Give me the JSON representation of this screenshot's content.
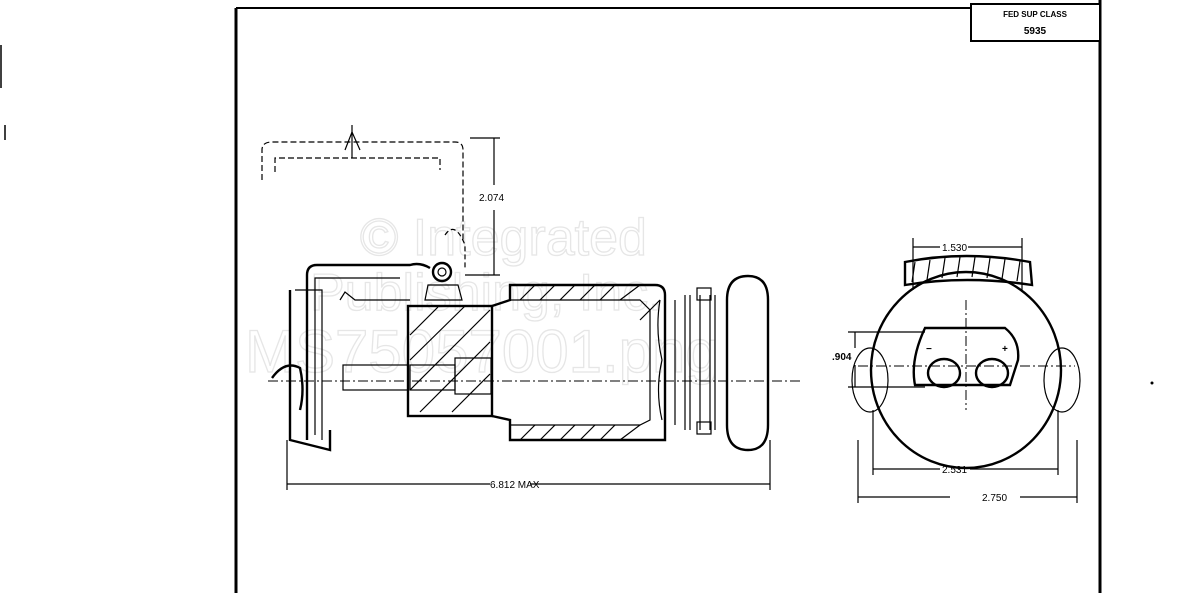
{
  "title_block": {
    "label": "FED SUP CLASS",
    "value": "5935"
  },
  "watermark": {
    "line1": "© Integrated",
    "line2": "Publishing, Inc.",
    "line3": "MS75057001.png"
  },
  "dimensions": {
    "cover_height": "2.074",
    "terminal_spacing": "1.530",
    "terminal_offset": ".904",
    "overall_length": "6.812 MAX",
    "body_diameter": "2.531",
    "flange_width": "2.750"
  },
  "terminal_marks": {
    "negative": "−",
    "positive": "+"
  }
}
